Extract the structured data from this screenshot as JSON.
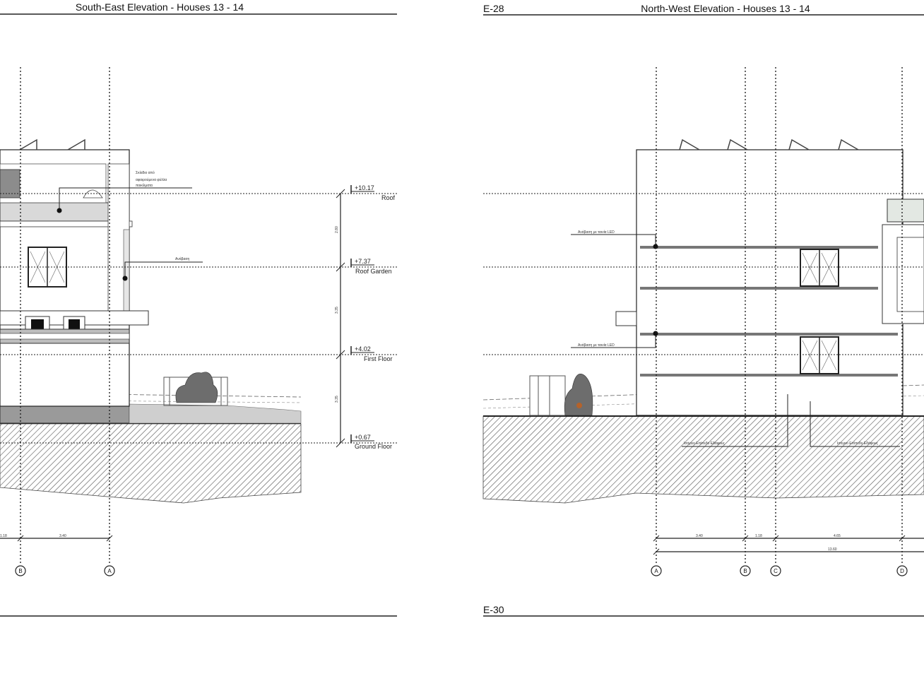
{
  "panels": {
    "left": {
      "title": "South-East Elevation - Houses 13 - 14",
      "levels": [
        {
          "value": "+10.17",
          "name": "Roof"
        },
        {
          "value": "+7.37",
          "name": "Roof Garden"
        },
        {
          "value": "+4.02",
          "name": "First Floor"
        },
        {
          "value": "+0.67",
          "name": "Ground Floor"
        }
      ],
      "vertical_dims": [
        "2.80",
        "3.35",
        "3.35"
      ],
      "grid_labels": [
        "B",
        "A"
      ],
      "dims": [
        "1.18",
        "3.40"
      ],
      "annotations": [
        "Σκίαδιο από",
        "αφαιρούμενα φύλλα",
        "ποικίλματα",
        "Ανάβαση"
      ]
    },
    "right": {
      "code_top": "E-28",
      "code_bottom": "E-30",
      "title": "North-West Elevation - Houses 13 - 14",
      "grid_labels": [
        "A",
        "B",
        "C",
        "D"
      ],
      "dims": [
        "3.40",
        "1.18",
        "4.65"
      ],
      "total_dim": "13.60",
      "annotations": [
        "Ανάβαση με ταινία LED",
        "Ανάβαση με ταινία LED",
        "Ισόγειο Επίπεδο Εδάφους",
        "Ισόγειο Επίπεδο Εδάφους"
      ]
    }
  },
  "colors": {
    "line": "#222222",
    "wall": "#ffffff",
    "band": "#d9d9d9",
    "dark_band": "#9a9a9a",
    "hatch": "#555555"
  }
}
